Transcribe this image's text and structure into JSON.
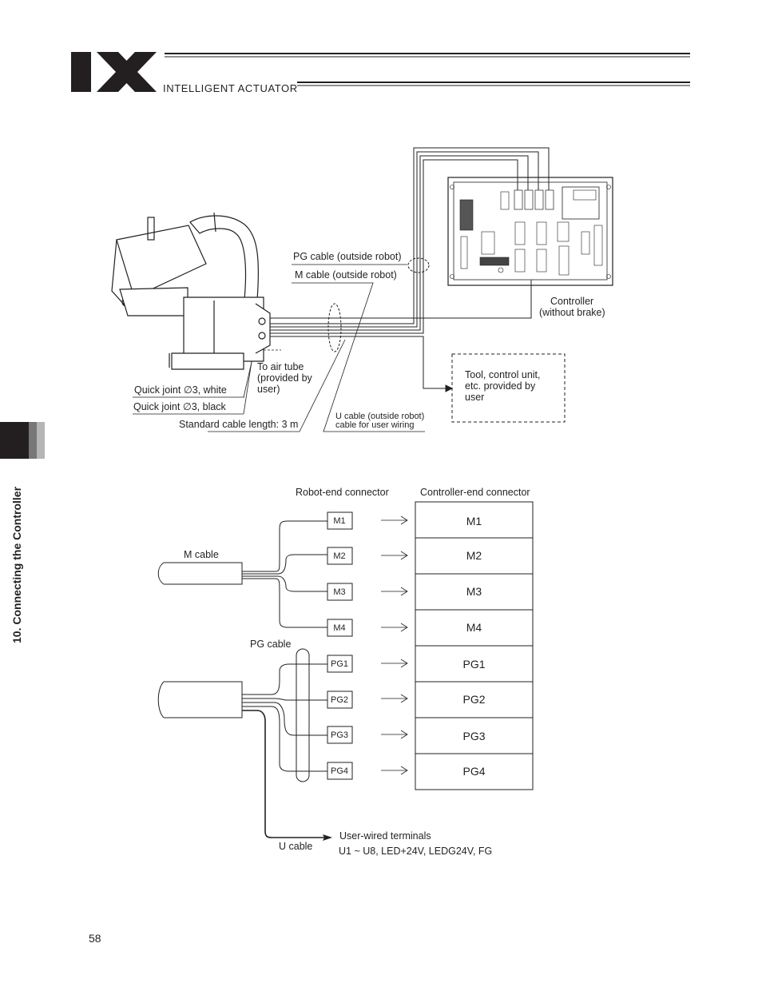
{
  "header": {
    "logo_text": "IX",
    "brand": "INTELLIGENT ACTUATOR"
  },
  "side_tab": {
    "title": "10. Connecting the Controller"
  },
  "upper_figure": {
    "pg_cable_label": "PG cable (outside robot)",
    "m_cable_label": "M cable (outside robot)",
    "controller_label_1": "Controller",
    "controller_label_2": "(without brake)",
    "air_tube_1": "To air tube",
    "air_tube_2": "(provided by",
    "air_tube_3": "user)",
    "quick_joint_white": "Quick joint ∅3, white",
    "quick_joint_black": "Quick joint ∅3, black",
    "cable_length": "Standard cable length: 3 m",
    "u_cable_1": "U cable (outside robot)",
    "u_cable_2": "cable for user wiring",
    "tool_1": "Tool, control unit,",
    "tool_2": "etc. provided by",
    "tool_3": "user"
  },
  "lower_figure": {
    "robot_end_header": "Robot-end connector",
    "controller_end_header": "Controller-end connector",
    "m_cable_label": "M cable",
    "pg_cable_label": "PG cable",
    "u_cable_label": "U cable",
    "user_terminals_1": "User-wired terminals",
    "user_terminals_2": "U1 ~ U8, LED+24V, LEDG24V, FG",
    "robot_connectors": [
      "M1",
      "M2",
      "M3",
      "M4",
      "PG1",
      "PG2",
      "PG3",
      "PG4"
    ],
    "controller_connectors": [
      "M1",
      "M2",
      "M3",
      "M4",
      "PG1",
      "PG2",
      "PG3",
      "PG4"
    ]
  },
  "footer": {
    "page_number": "58"
  }
}
